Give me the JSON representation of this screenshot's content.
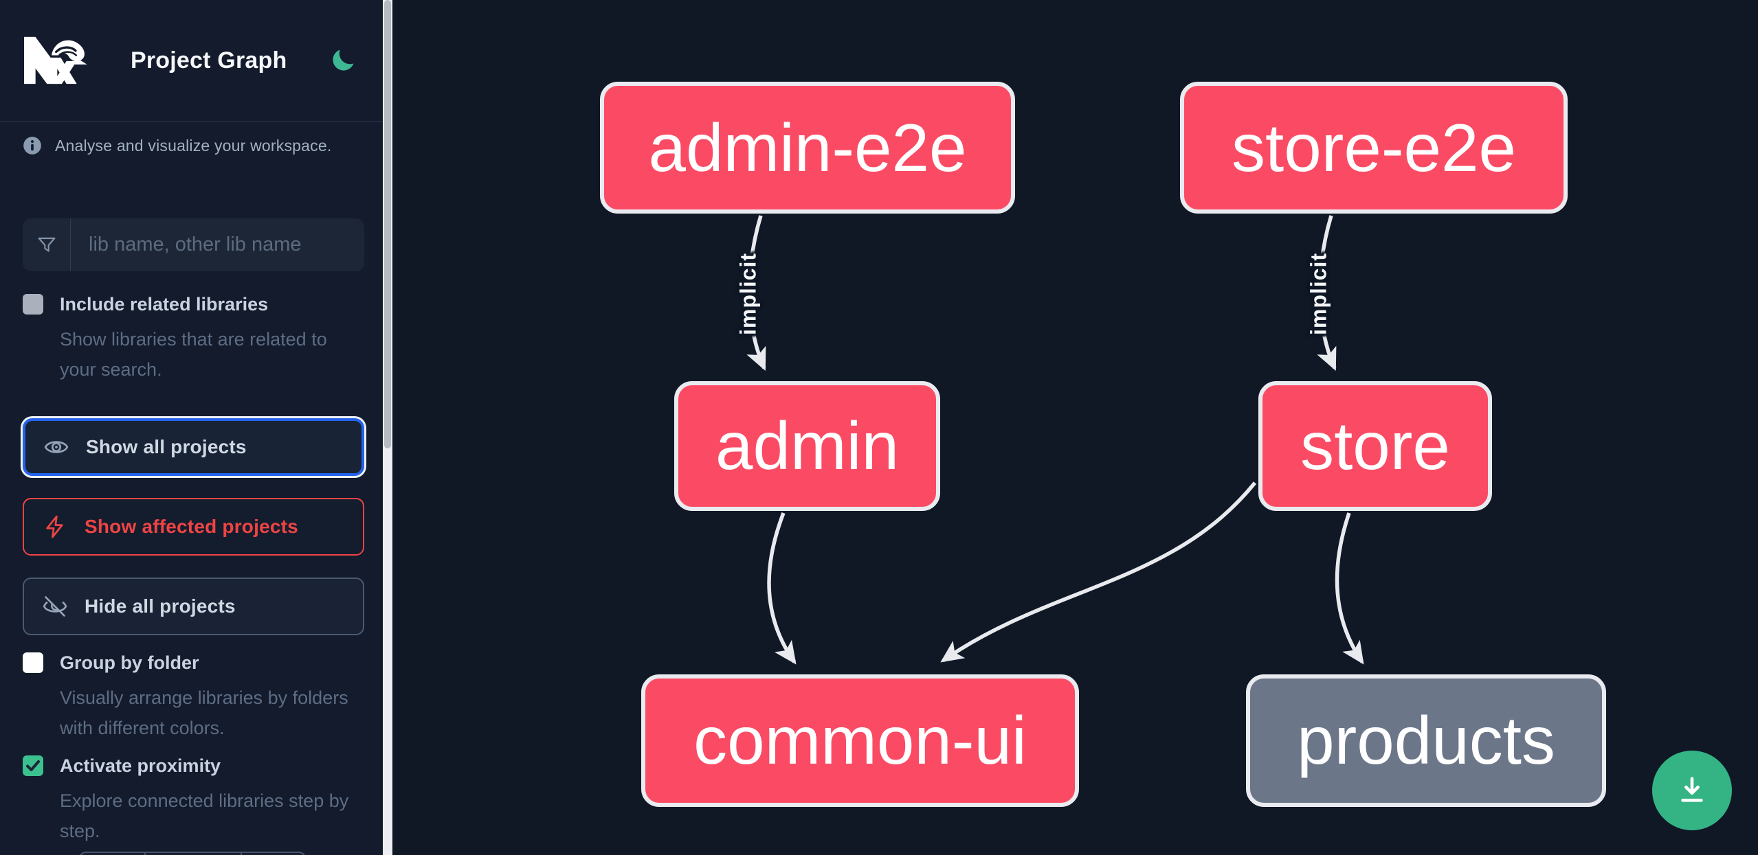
{
  "header": {
    "title": "Project Graph",
    "logo": "nx-logo",
    "theme_toggle_icon": "moon-icon"
  },
  "sidebar": {
    "tagline": "Analyse and visualize your workspace.",
    "search": {
      "placeholder": "lib name, other lib name",
      "icon": "filter-funnel-icon"
    },
    "include_related": {
      "label": "Include related libraries",
      "description": "Show libraries that are related to your search.",
      "checked": false
    },
    "actions": {
      "show_all": "Show all projects",
      "show_affected": "Show affected projects",
      "hide_all": "Hide all projects"
    },
    "group_by_folder": {
      "label": "Group by folder",
      "description": "Visually arrange libraries by folders with different colors.",
      "checked": false
    },
    "proximity": {
      "label": "Activate proximity",
      "description": "Explore connected libraries step by step.",
      "checked": true
    }
  },
  "graph": {
    "nodes": [
      {
        "id": "admin-e2e",
        "label": "admin-e2e",
        "state": "affected",
        "color": "#fb4b64"
      },
      {
        "id": "store-e2e",
        "label": "store-e2e",
        "state": "affected",
        "color": "#fb4b64"
      },
      {
        "id": "admin",
        "label": "admin",
        "state": "affected",
        "color": "#fb4b64"
      },
      {
        "id": "store",
        "label": "store",
        "state": "affected",
        "color": "#fb4b64"
      },
      {
        "id": "common-ui",
        "label": "common-ui",
        "state": "affected",
        "color": "#fb4b64"
      },
      {
        "id": "products",
        "label": "products",
        "state": "unaffected",
        "color": "#6b7689"
      }
    ],
    "edges": [
      {
        "from": "admin-e2e",
        "to": "admin",
        "label": "implicit"
      },
      {
        "from": "store-e2e",
        "to": "store",
        "label": "implicit"
      },
      {
        "from": "admin",
        "to": "common-ui",
        "label": ""
      },
      {
        "from": "store",
        "to": "common-ui",
        "label": ""
      },
      {
        "from": "store",
        "to": "products",
        "label": ""
      }
    ]
  },
  "fab": {
    "icon": "download-icon"
  },
  "colors": {
    "sidebar_bg": "#131b2c",
    "canvas_bg": "#101826",
    "node_affected_pink": "#fb4b64",
    "node_unaffected_gray": "#6b7689",
    "node_border": "#e9ebf0",
    "edge": "#e8eaee",
    "focus_blue": "#2563eb",
    "affected_red": "#ef4444",
    "accent_green": "#34b485",
    "checkbox_green": "#3cc08e",
    "moon_green": "#3db893"
  }
}
